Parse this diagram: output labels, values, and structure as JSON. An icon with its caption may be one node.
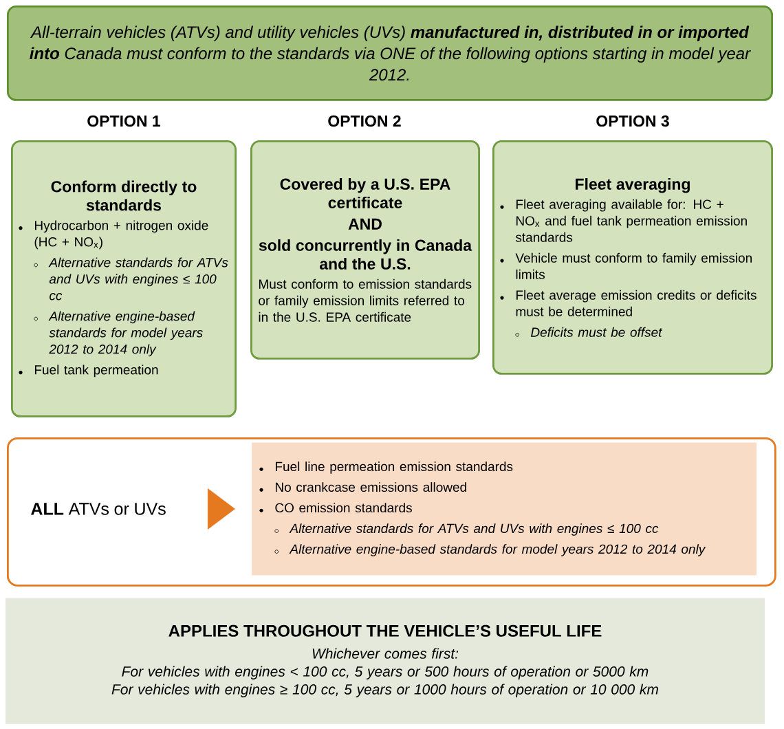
{
  "diagram": {
    "nodes": [
      {
        "text": [
          "All-terrain vehicles (ATVs) and utility vehicles (UVs) **manufactured in, distributed in or imported into** Canada must conform to the standards via ONE of the following options starting in model year 2012."
        ]
      },
      {
        "text": [
          "OPTION 1",
          "Conform directly to standards",
          "Hydrocarbon + nitrogen oxide (HC + NO$_{x}$)",
          "Alternative standards for ATVs and UVs with engines ≤ 100 cc",
          "Alternative engine-based standards for model years 2012 to 2014 only",
          "Fuel tank permeation"
        ]
      },
      {
        "text": [
          "OPTION 2",
          "Covered by a U.S. EPA certificate",
          "AND",
          "sold concurrently in Canada and the U.S.",
          "Must conform to emission standards or family emission limits referred to in the U.S. EPA certificate"
        ]
      },
      {
        "text": [
          "OPTION 3",
          "Fleet averaging",
          "Fleet averaging available for: HC + NO$_{x}$ and fuel tank permeation emission standards",
          "Vehicle must conform to family emission limits",
          "Fleet average emission credits or deficits must be determined",
          "Deficits must be offset"
        ]
      },
      {
        "text": [],
        "shape": "box"
      },
      {
        "text": [
          "**ALL** ATVs or UVs"
        ],
        "in": 4
      },
      {
        "text": [
          "Fuel line permeation emission standards",
          "No crankcase emissions allowed",
          "CO emission standards",
          "Alternative standards for ATVs and UVs with engines ≤ 100 cc",
          "Alternative engine-based standards for model years 2012 to 2014 only"
        ],
        "in": 4
      },
      {
        "text": [
          "APPLIES THROUGHOUT THE VEHICLE’S USEFUL LIFE",
          "Whichever comes first:",
          "For vehicles with engines < 100 cc, 5 years or 500 hours of operation or 5000 km",
          "For vehicles with engines ≥ 100 cc, 5 years or 1000 hours of operation or 10 000 km"
        ]
      }
    ],
    "edges": [
      {
        "from": 5,
        "to": 6,
        "arrow": "to"
      }
    ]
  }
}
